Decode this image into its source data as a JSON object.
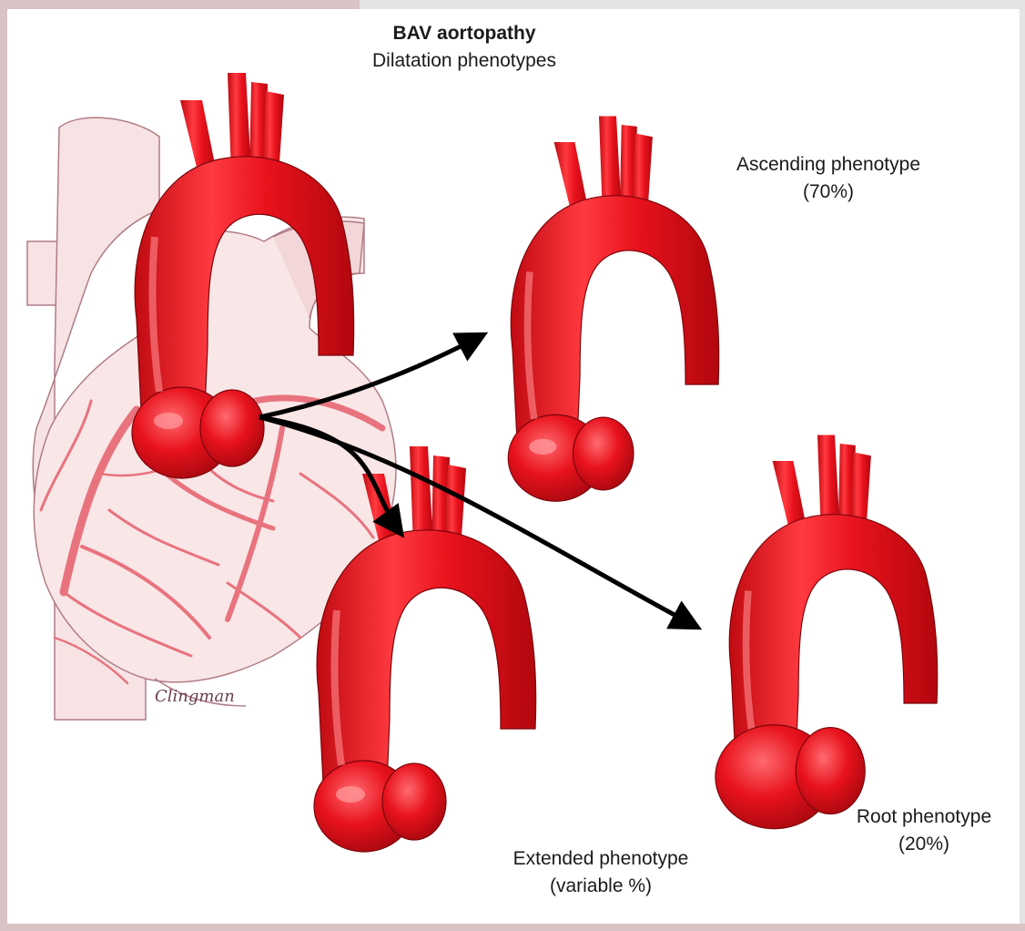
{
  "title": "BAV aortopathy",
  "subtitle": "Dilatation phenotypes",
  "phenotypes": {
    "ascending": {
      "name": "Ascending phenotype",
      "share": "(70%)"
    },
    "root": {
      "name": "Root phenotype",
      "share": "(20%)"
    },
    "extended": {
      "name": "Extended phenotype",
      "share": "(variable %)"
    }
  },
  "signature": "Clingman",
  "colors": {
    "aorta": "#e8121d",
    "aorta_dark": "#a8080f",
    "heart_fill": "#f7e3e4",
    "heart_outline": "#b07c86",
    "vessels": "#e8737e",
    "arrow": "#000000"
  }
}
